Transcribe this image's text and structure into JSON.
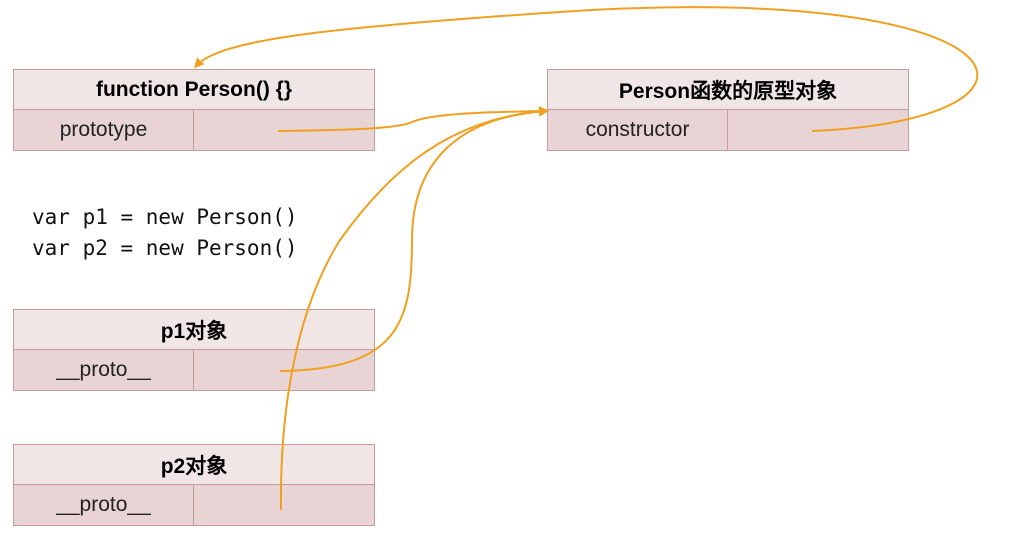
{
  "person_function": {
    "title": "function Person() {}",
    "row_key": "prototype"
  },
  "person_prototype": {
    "title": "Person函数的原型对象",
    "row_key": "constructor"
  },
  "code": {
    "line1": "var p1 = new Person()",
    "line2": "var p2 = new Person()"
  },
  "p1_object": {
    "title": "p1对象",
    "row_key": "__proto__"
  },
  "p2_object": {
    "title": "p2对象",
    "row_key": "__proto__"
  },
  "colors": {
    "arrow": "#f0a020",
    "box_fill": "#e8d4d4",
    "title_fill": "#f1e6e6",
    "border": "#c89a9a"
  }
}
